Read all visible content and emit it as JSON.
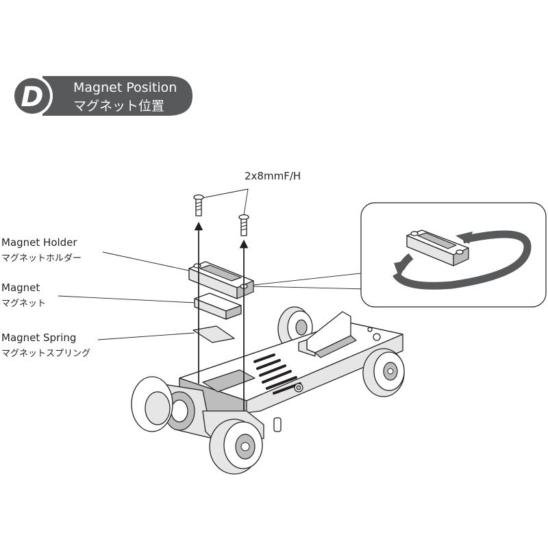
{
  "header": {
    "step_letter": "D",
    "title_en": "Magnet Position",
    "title_ja": "マグネット位置",
    "badge_color": "#58595b"
  },
  "screw_label": "2x8mmF/H",
  "parts": [
    {
      "name_en": "Magnet Holder",
      "name_ja": "マグネットホルダー"
    },
    {
      "name_en": "Magnet",
      "name_ja": "マグネット"
    },
    {
      "name_en": "Magnet Spring",
      "name_ja": "マグネットスプリング"
    }
  ],
  "icons": [
    "rotate-arrow-icon",
    "screw-icon"
  ]
}
